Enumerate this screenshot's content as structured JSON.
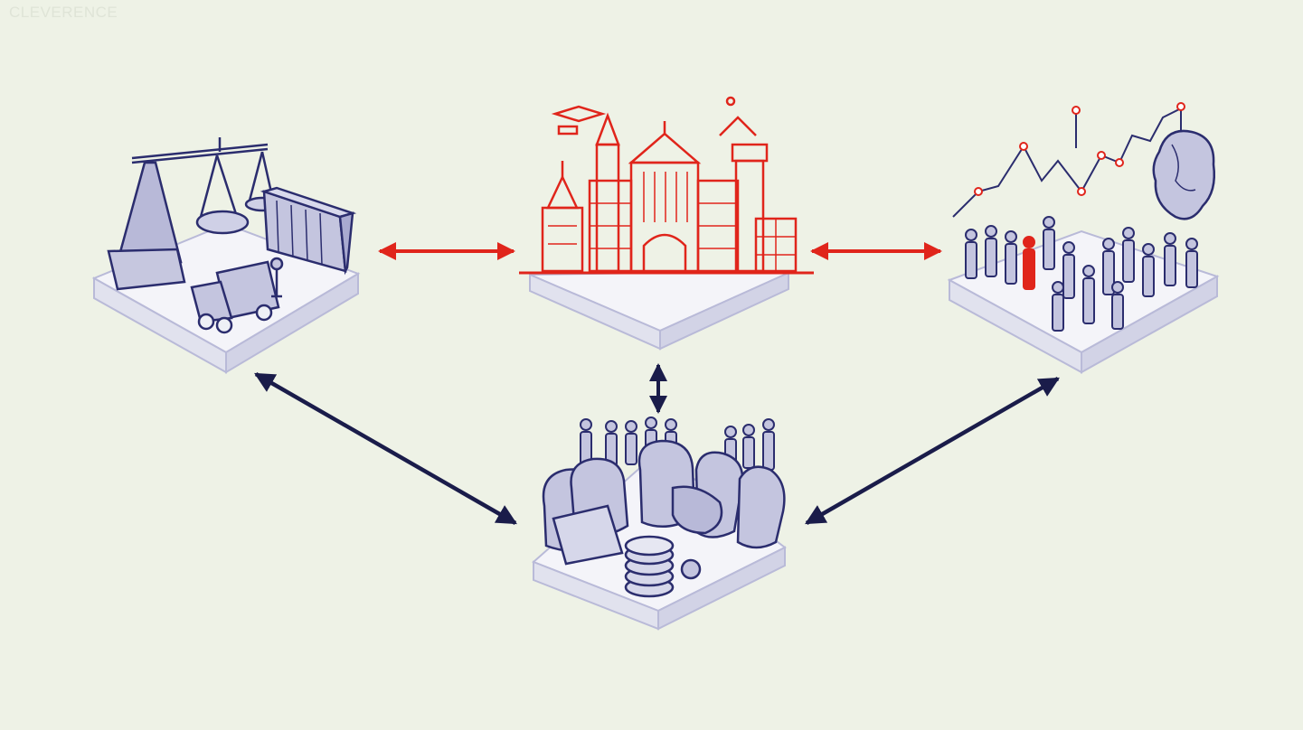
{
  "watermark": "CLEVERENCE",
  "colors": {
    "background": "#eef2e6",
    "navy": "#2b2d6e",
    "red": "#e0251b",
    "arrow_dark": "#1a1c4a",
    "platform_fill": "#f3f3f8",
    "platform_edge": "#b9bad8"
  },
  "nodes": [
    {
      "id": "trade-node",
      "icon": "scale-truck-container-icon",
      "color": "navy"
    },
    {
      "id": "government-node",
      "icon": "government-building-icon",
      "color": "red"
    },
    {
      "id": "public-opinion-node",
      "icon": "crowd-chart-icon",
      "color": "navy"
    },
    {
      "id": "society-node",
      "icon": "people-sacks-coins-icon",
      "color": "navy"
    }
  ],
  "edges": [
    {
      "from": "trade-node",
      "to": "government-node",
      "style": "double-arrow",
      "color": "red"
    },
    {
      "from": "public-opinion-node",
      "to": "government-node",
      "style": "double-arrow",
      "color": "red"
    },
    {
      "from": "government-node",
      "to": "society-node",
      "style": "double-arrow",
      "color": "arrow_dark"
    },
    {
      "from": "trade-node",
      "to": "society-node",
      "style": "double-arrow",
      "color": "arrow_dark"
    },
    {
      "from": "public-opinion-node",
      "to": "society-node",
      "style": "double-arrow",
      "color": "arrow_dark"
    }
  ]
}
